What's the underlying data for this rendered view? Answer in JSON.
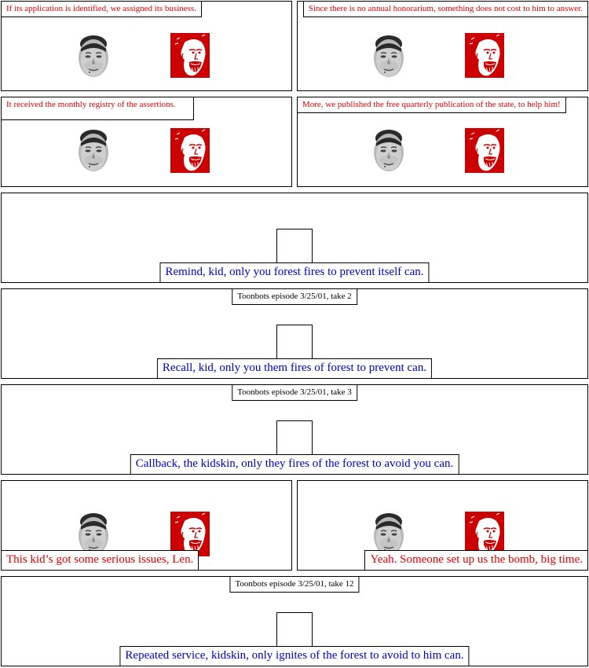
{
  "panels": {
    "p1": {
      "caption": "If its application is identified, we assigned its business."
    },
    "p2": {
      "caption": "Since there is no annual honorarium, something does not cost to him to answer."
    },
    "p3": {
      "caption": "It received the monthly registry of the assertions."
    },
    "p4": {
      "caption": "More, we published the free quarterly publication of the state, to help him!"
    },
    "p5": {
      "speech": "Remind, kid, only you forest fires to prevent itself can."
    },
    "p6": {
      "title": "Toonbots episode 3/25/01, take 2",
      "speech": "Recall, kid, only you them fires of forest to prevent can."
    },
    "p7": {
      "title": "Toonbots episode 3/25/01, take 3",
      "speech": "Callback, the kidskin, only they fires of the forest to avoid you can."
    },
    "p8": {
      "speech": "This kid’s got some serious issues, Len."
    },
    "p9": {
      "speech": "Yeah. Someone set up us the bomb, big time."
    },
    "p10": {
      "title": "Toonbots episode 3/25/01, take 12",
      "speech": "Repeated service, kidskin, only ignites of the forest to avoid to him can."
    }
  },
  "colors": {
    "caption_red": "#e00000",
    "speech_blue": "#0000cc",
    "poster_red": "#cc0000"
  }
}
